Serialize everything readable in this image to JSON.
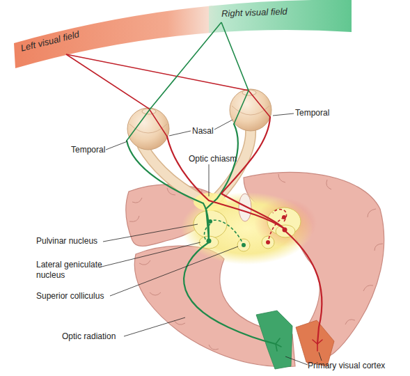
{
  "diagram": {
    "nodes": [
      {
        "text": [
          "Left visual field"
        ]
      },
      {
        "text": [
          "Right visual field"
        ]
      }
    ],
    "labels": [
      "Temporal",
      "Nasal",
      "Temporal",
      "Optic chiasm",
      "Pulvinar nucleus",
      "Lateral geniculate nucleus",
      "Superior colliculus",
      "Optic radiation",
      "Primary visual cortex"
    ]
  }
}
